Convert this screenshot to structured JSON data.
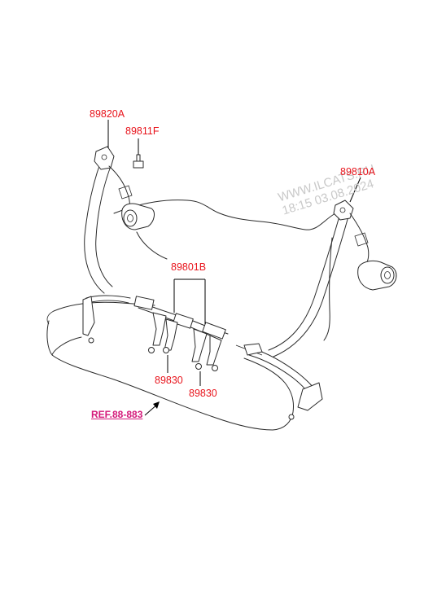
{
  "watermark": {
    "line1": "WWW.ILCATS.RU",
    "line2": "18:15 03.08.2024"
  },
  "callouts": {
    "p89820A": "89820A",
    "p89811F": "89811F",
    "p89810A": "89810A",
    "p89801B": "89801B",
    "p89830_left": "89830",
    "p89830_right": "89830"
  },
  "reference": {
    "label": "REF.88-883"
  },
  "colors": {
    "callout": "#e8141c",
    "reference_link": "#d4197a",
    "watermark": "#c9c9c9",
    "line_art": "#2a2a2a"
  }
}
